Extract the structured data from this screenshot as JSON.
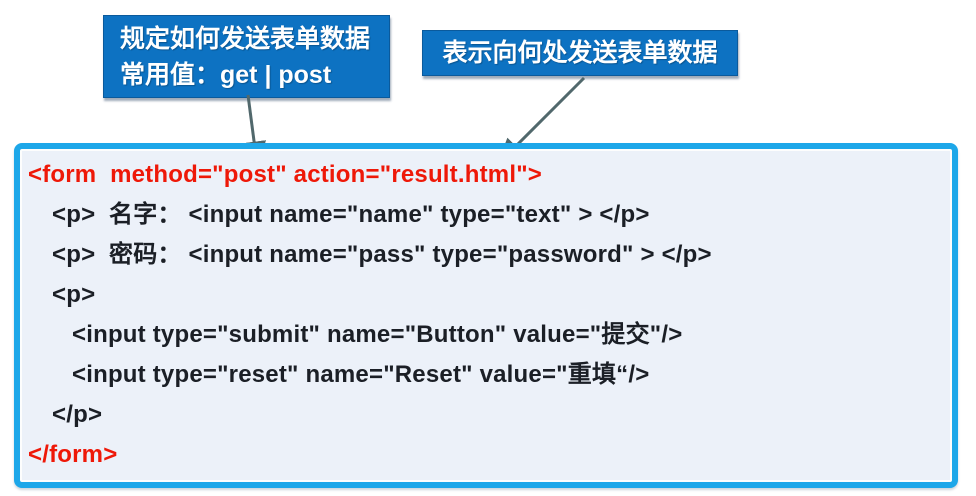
{
  "callout_method": {
    "line1": "规定如何发送表单数据",
    "line2": "常用值：get | post"
  },
  "callout_action": {
    "text": "表示向何处发送表单数据"
  },
  "code": {
    "line1": "<form  method=\"post\" action=\"result.html\">",
    "line2": "<p>  名字： <input name=\"name\" type=\"text\" > </p>",
    "line3": "<p>  密码： <input name=\"pass\" type=\"password\" > </p>",
    "line4": "<p>",
    "line5": "<input type=\"submit\" name=\"Button\" value=\"提交\"/>",
    "line6": "<input type=\"reset\" name=\"Reset\" value=\"重填“/>",
    "line7": "</p>",
    "line8": "</form>"
  },
  "colors": {
    "callout_bg": "#0d72c2",
    "callout_border": "#0a5a9c",
    "code_box_bg": "#ecf1f9",
    "code_box_border": "#1da7e9",
    "code_tag_red": "#ee1808",
    "code_text_black": "#1b1f26",
    "arrow": "#51686c"
  }
}
